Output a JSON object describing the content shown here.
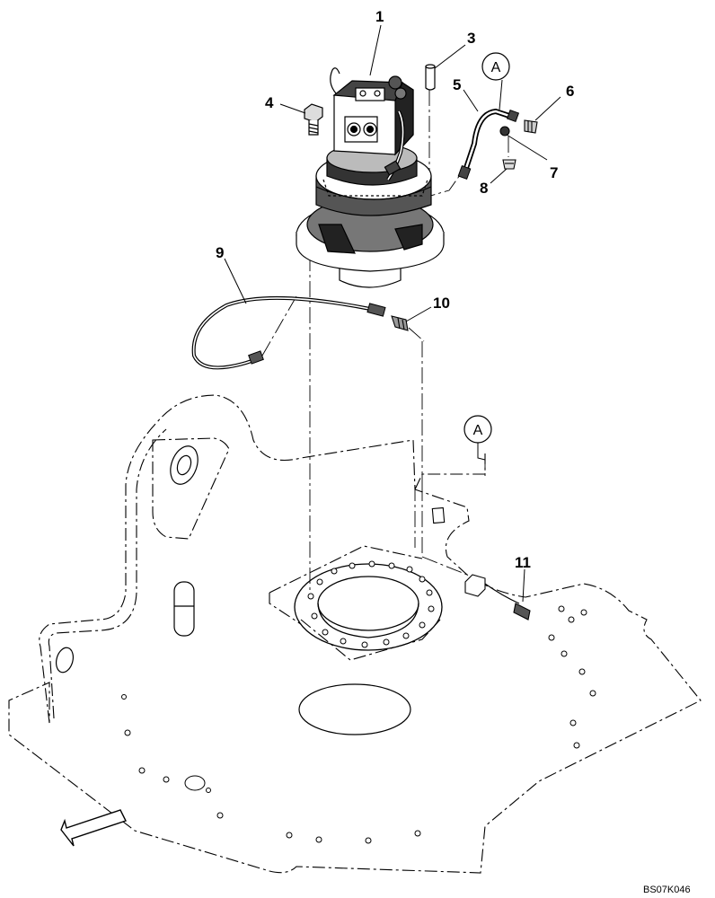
{
  "callouts": {
    "c1": "1",
    "c2": "3",
    "c3": "4",
    "c4": "5",
    "c5": "6",
    "c6": "7",
    "c7": "8",
    "c8": "9",
    "c9": "10",
    "c10": "11"
  },
  "detail_refs": {
    "top": "A",
    "bottom": "A"
  },
  "drawing_code": "BS07K046",
  "icons": {
    "direction_arrow": "front-direction-arrow-icon"
  }
}
